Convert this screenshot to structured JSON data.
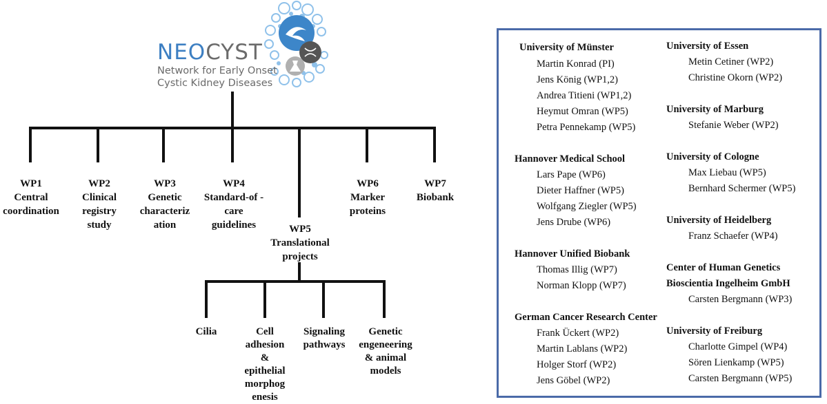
{
  "logo": {
    "title_part1": "NEO",
    "title_part2": "CYST",
    "subtitle_line1": "Network for Early Onset",
    "subtitle_line2": "Cystic Kidney Diseases",
    "colors": {
      "neo": "#3d7fc2",
      "cyst": "#6b6b6b",
      "bubbles": "#8fc1ea"
    }
  },
  "work_packages": [
    {
      "id": "WP1",
      "lines": [
        "Central",
        "coordination"
      ]
    },
    {
      "id": "WP2",
      "lines": [
        "Clinical",
        "registry",
        "study"
      ]
    },
    {
      "id": "WP3",
      "lines": [
        "Genetic",
        "characteriz",
        "ation"
      ]
    },
    {
      "id": "WP4",
      "lines": [
        "Standard-of -",
        "care",
        "guidelines"
      ]
    },
    {
      "id": "WP5",
      "lines": [
        "Translational",
        "projects"
      ]
    },
    {
      "id": "WP6",
      "lines": [
        "Marker",
        "proteins"
      ]
    },
    {
      "id": "WP7",
      "lines": [
        "Biobank"
      ]
    }
  ],
  "wp5_projects": [
    {
      "lines": [
        "Cilia"
      ]
    },
    {
      "lines": [
        "Cell",
        "adhesion",
        "&",
        "epithelial",
        "morphog",
        "enesis"
      ]
    },
    {
      "lines": [
        "Signaling",
        "pathways"
      ]
    },
    {
      "lines": [
        "Genetic",
        "engeneering",
        "& animal",
        "models"
      ]
    }
  ],
  "partners_left": [
    {
      "name": "University of Münster",
      "members": [
        "Martin Konrad (PI)",
        "Jens König (WP1,2)",
        "Andrea Titieni (WP1,2)",
        "Heymut Omran (WP5)",
        "Petra Pennekamp (WP5)"
      ]
    },
    {
      "name": "Hannover Medical School",
      "members": [
        "Lars Pape (WP6)",
        "Dieter Haffner (WP5)",
        "Wolfgang Ziegler (WP5)",
        "Jens Drube (WP6)"
      ]
    },
    {
      "name": "Hannover Unified Biobank",
      "members": [
        "Thomas Illig (WP7)",
        "Norman Klopp (WP7)"
      ]
    },
    {
      "name": "German Cancer Research Center",
      "members": [
        "Frank Ückert (WP2)",
        "Martin Lablans  (WP2)",
        "Holger Storf (WP2)",
        "Jens Göbel (WP2)"
      ]
    }
  ],
  "partners_right": [
    {
      "name": "University of Essen",
      "members": [
        "Metin Cetiner (WP2)",
        "Christine Okorn (WP2)"
      ]
    },
    {
      "name": "University of Marburg",
      "members": [
        "Stefanie Weber (WP2)"
      ]
    },
    {
      "name": "University of Cologne",
      "members": [
        "Max Liebau (WP5)",
        "Bernhard Schermer (WP5)"
      ]
    },
    {
      "name": "University of Heidelberg",
      "members": [
        "Franz Schaefer (WP4)"
      ]
    },
    {
      "name": "Center of Human Genetics",
      "name2": "Bioscientia Ingelheim GmbH",
      "members": [
        "Carsten Bergmann (WP3)"
      ]
    },
    {
      "name": "University of Freiburg",
      "members": [
        "Charlotte Gimpel (WP4)",
        "Sören Lienkamp (WP5)",
        "Carsten Bergmann (WP5)"
      ]
    }
  ]
}
